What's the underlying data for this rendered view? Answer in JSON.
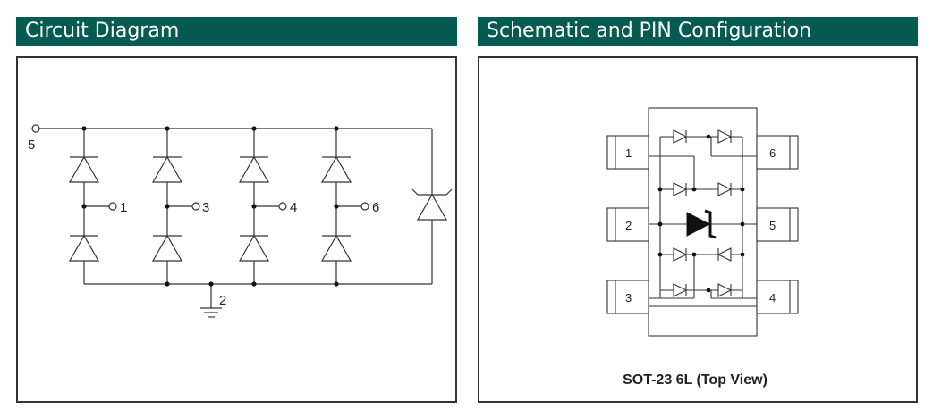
{
  "left_panel": {
    "title": "Circuit Diagram",
    "pins": {
      "p5": "5",
      "p1": "1",
      "p3": "3",
      "p4": "4",
      "p6": "6",
      "p2": "2"
    }
  },
  "right_panel": {
    "title": "Schematic and PIN Configuration",
    "pins": {
      "p1": "1",
      "p2": "2",
      "p3": "3",
      "p4": "4",
      "p5": "5",
      "p6": "6"
    },
    "package_label": "SOT-23 6L (Top View)"
  }
}
